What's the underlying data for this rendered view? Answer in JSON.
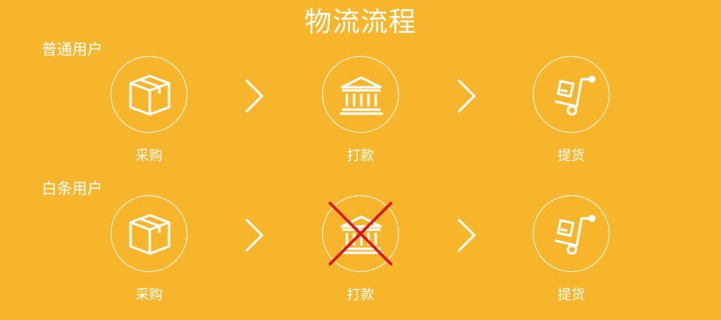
{
  "page": {
    "title": "物流流程"
  },
  "rows": [
    {
      "label": "普通用户",
      "steps": [
        {
          "label": "采购",
          "icon": "package-box-icon"
        },
        {
          "label": "打款",
          "icon": "bank-icon"
        },
        {
          "label": "提货",
          "icon": "hand-truck-icon"
        }
      ]
    },
    {
      "label": "白条用户",
      "steps": [
        {
          "label": "采购",
          "icon": "package-box-icon"
        },
        {
          "label": "打款",
          "icon": "bank-icon",
          "crossed_out": true
        },
        {
          "label": "提货",
          "icon": "hand-truck-icon"
        }
      ]
    }
  ],
  "colors": {
    "background": "#F7B52B",
    "foreground": "#FFFFFF",
    "cross": "#E0131A"
  }
}
